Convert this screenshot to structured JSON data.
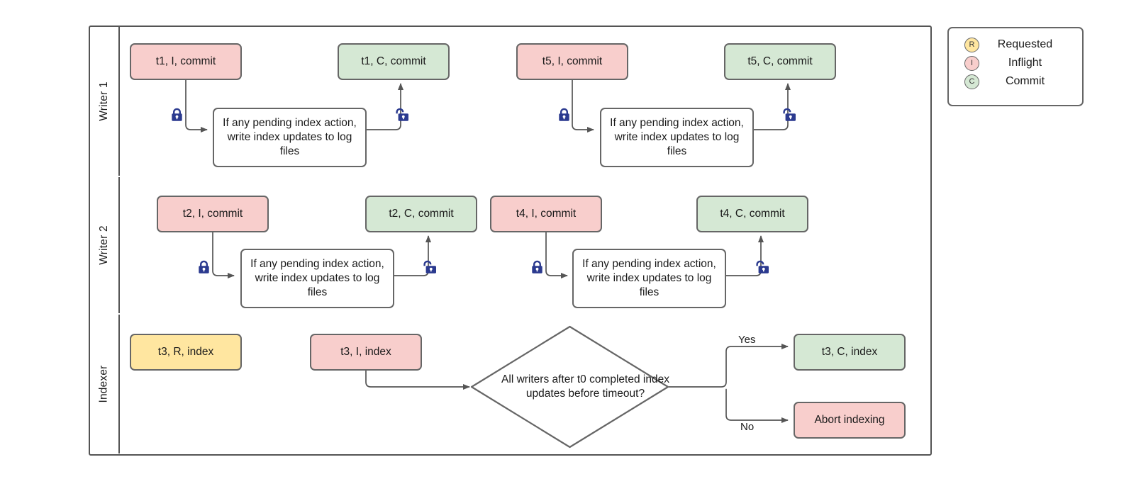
{
  "diagram": {
    "title": "Writer / Indexer lock-and-commit swimlane",
    "colors": {
      "pink": "#f8cecc",
      "green": "#d5e8d4",
      "yellow": "#ffe6a0",
      "white": "#ffffff",
      "stroke": "#666666",
      "lane_stroke": "#545454",
      "lock": "#2b3a8f"
    }
  },
  "lanes": [
    {
      "id": "writer1",
      "label": "Writer 1"
    },
    {
      "id": "writer2",
      "label": "Writer 2"
    },
    {
      "id": "indexer",
      "label": "Indexer"
    }
  ],
  "writer1": {
    "t1_inflight": "t1, I, commit",
    "t1_commit": "t1, C, commit",
    "t5_inflight": "t5, I, commit",
    "t5_commit": "t5, C, commit",
    "index_task_a": "If any pending index action, write index updates to log files",
    "index_task_b": "If any pending index action, write index updates to log files"
  },
  "writer2": {
    "t2_inflight": "t2, I, commit",
    "t2_commit": "t2, C, commit",
    "t4_inflight": "t4, I, commit",
    "t4_commit": "t4, C, commit",
    "index_task_a": "If any pending index action, write index updates to log files",
    "index_task_b": "If any pending index action, write index updates to log files"
  },
  "indexer": {
    "t3_requested": "t3, R, index",
    "t3_inflight": "t3, I, index",
    "decision": "All writers after t0 completed index updates before timeout?",
    "yes_label": "Yes",
    "no_label": "No",
    "t3_commit": "t3, C, index",
    "abort": "Abort indexing"
  },
  "legend": {
    "items": [
      {
        "code": "R",
        "label": "Requested",
        "color": "#ffe6a0"
      },
      {
        "code": "I",
        "label": "Inflight",
        "color": "#f8cecc"
      },
      {
        "code": "C",
        "label": "Commit",
        "color": "#d5e8d4"
      }
    ]
  },
  "icons": {
    "lock_closed": "lock-closed-icon",
    "lock_open": "lock-open-icon"
  }
}
